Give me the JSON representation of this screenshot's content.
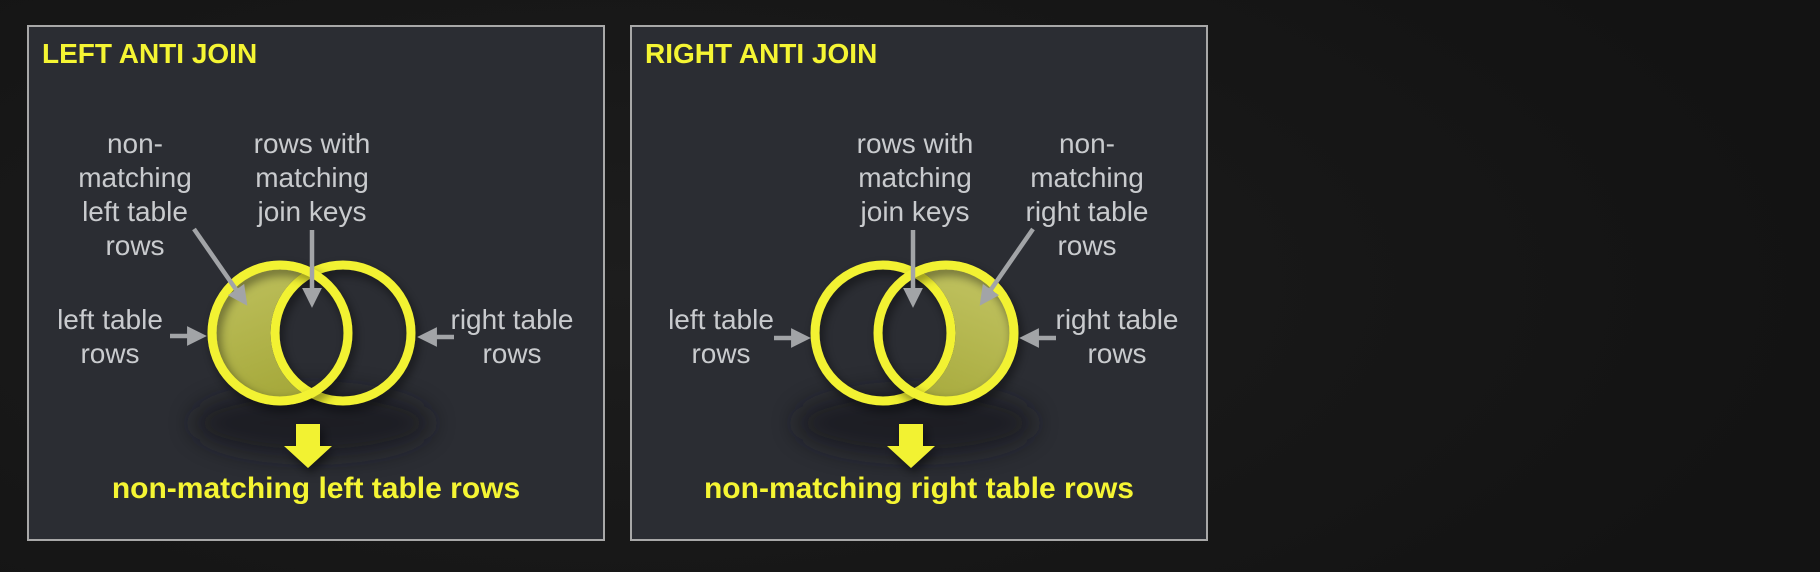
{
  "page": {
    "background": "#171717"
  },
  "colors": {
    "panel_background": "#2b2d33",
    "panel_border": "#a8a8a8",
    "accent_yellow": "#f2f233",
    "highlight_fill_olive": "#b3b54a",
    "label_gray": "#c9cbce",
    "arrow_gray": "#a2a4a7"
  },
  "panels": [
    {
      "title": "LEFT ANTI JOIN",
      "highlighted_region": "left-circle-only",
      "caption": "non-matching left table rows",
      "labels": {
        "non_matching": "non-\nmatching\nleft table\nrows",
        "matching_keys": "rows with\nmatching\njoin keys",
        "left_table": "left table\nrows",
        "right_table": "right table\nrows"
      }
    },
    {
      "title": "RIGHT ANTI JOIN",
      "highlighted_region": "right-circle-only",
      "caption": "non-matching right table rows",
      "labels": {
        "non_matching": "non-\nmatching\nright table\nrows",
        "matching_keys": "rows with\nmatching\njoin keys",
        "left_table": "left table\nrows",
        "right_table": "right table\nrows"
      }
    }
  ]
}
